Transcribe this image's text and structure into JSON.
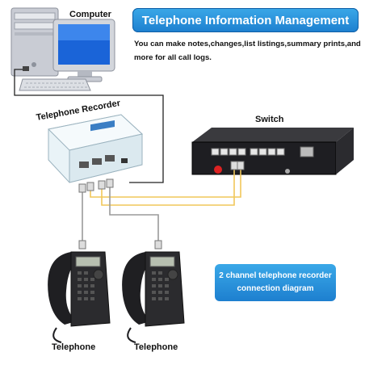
{
  "header": {
    "title": "Telephone Information Management",
    "subtitle": "You can make notes,changes,list listings,summary prints,and more for all call logs."
  },
  "labels": {
    "computer": "Computer",
    "recorder": "Telephone Recorder",
    "switch": "Switch",
    "telephone_1": "Telephone",
    "telephone_2": "Telephone"
  },
  "caption": {
    "line1": "2 channel telephone recorder",
    "line2": "connection diagram"
  },
  "colors": {
    "banner": "#2a96e0",
    "cable_dark": "#222222",
    "cable_gray": "#9a9a9a",
    "cable_yellow": "#f1c75a"
  }
}
